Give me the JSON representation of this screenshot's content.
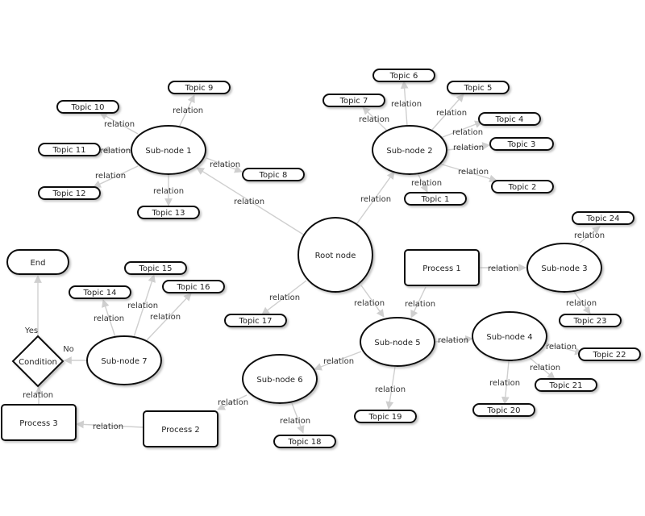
{
  "nodes": {
    "root": "Root node",
    "sub1": "Sub-node 1",
    "sub2": "Sub-node 2",
    "sub3": "Sub-node 3",
    "sub4": "Sub-node 4",
    "sub5": "Sub-node 5",
    "sub6": "Sub-node 6",
    "sub7": "Sub-node 7",
    "t1": "Topic 1",
    "t2": "Topic 2",
    "t3": "Topic 3",
    "t4": "Topic 4",
    "t5": "Topic 5",
    "t6": "Topic 6",
    "t7": "Topic 7",
    "t8": "Topic 8",
    "t9": "Topic 9",
    "t10": "Topic 10",
    "t11": "Topic 11",
    "t12": "Topic 12",
    "t13": "Topic 13",
    "t14": "Topic 14",
    "t15": "Topic 15",
    "t16": "Topic 16",
    "t17": "Topic 17",
    "t18": "Topic 18",
    "t19": "Topic 19",
    "t20": "Topic 20",
    "t21": "Topic 21",
    "t22": "Topic 22",
    "t23": "Topic 23",
    "t24": "Topic 24",
    "p1": "Process 1",
    "p2": "Process 2",
    "p3": "Process 3",
    "end": "End",
    "cond": "Condition"
  },
  "edge_labels": {
    "relation": "relation",
    "yes": "Yes",
    "no": "No"
  },
  "colors": {
    "node_stroke": "#111111",
    "node_fill": "#ffffff",
    "edge": "#cfcfcf",
    "shadow": "#9a9a9a"
  }
}
